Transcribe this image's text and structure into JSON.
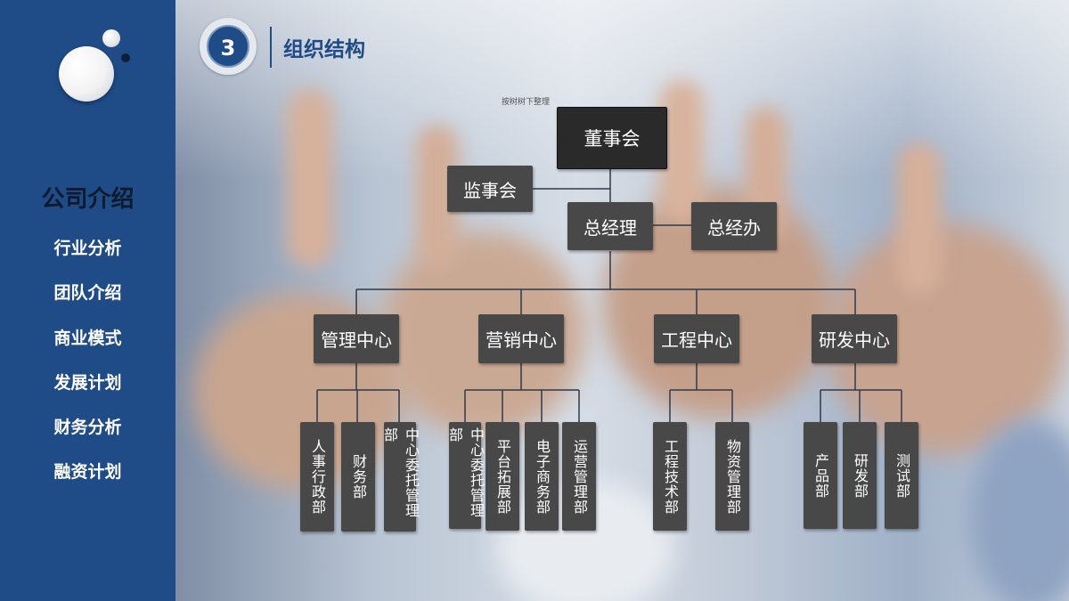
{
  "sidebar": {
    "title": "公司介绍",
    "items": [
      {
        "label": "行业分析"
      },
      {
        "label": "团队介绍"
      },
      {
        "label": "商业模式"
      },
      {
        "label": "发展计划"
      },
      {
        "label": "财务分析"
      },
      {
        "label": "融资计划"
      }
    ]
  },
  "header": {
    "section_number": "3",
    "section_title": "组织结构"
  },
  "org_chart": {
    "note": "按树树下整理",
    "board": "董事会",
    "supervisors": "监事会",
    "general_manager": "总经理",
    "gm_office": "总经办",
    "centers": [
      {
        "name": "管理中心",
        "departments": [
          "人事行政部",
          "财务部",
          "中心委托管理部"
        ]
      },
      {
        "name": "营销中心",
        "departments": [
          "中心委托管理部",
          "平台拓展部",
          "电子商务部",
          "运营管理部"
        ]
      },
      {
        "name": "工程中心",
        "departments": [
          "工程技术部",
          "物资管理部"
        ]
      },
      {
        "name": "研发中心",
        "departments": [
          "产品部",
          "研发部",
          "测试部"
        ]
      }
    ]
  },
  "colors": {
    "sidebar_bg": "#1f4b86",
    "node_bg": "#484848",
    "top_node_bg": "#2a2a2a",
    "connector": "#2e3a4a"
  }
}
